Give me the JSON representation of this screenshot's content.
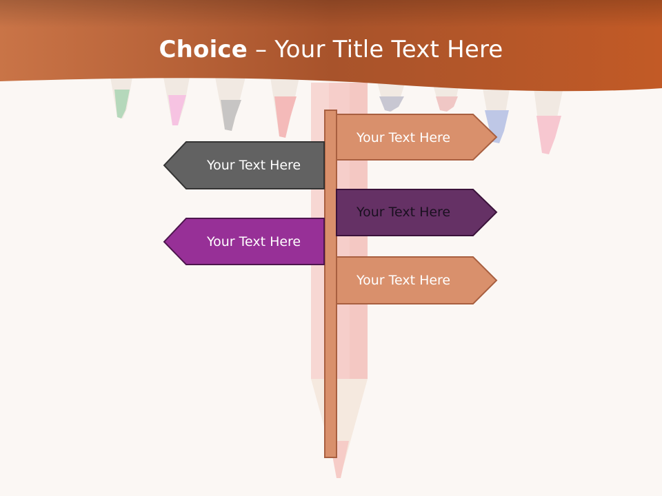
{
  "slide": {
    "title_bold": "Choice",
    "title_rest": " – Your Title Text Here"
  },
  "signs": [
    {
      "label": "Your Text Here",
      "color": "#d9906c",
      "direction": "right"
    },
    {
      "label": "Your Text Here",
      "color": "#626262",
      "direction": "left"
    },
    {
      "label": "Your Text Here",
      "color": "#653165",
      "direction": "right"
    },
    {
      "label": "Your Text Here",
      "color": "#973097",
      "direction": "left"
    },
    {
      "label": "Your Text Here",
      "color": "#d9906c",
      "direction": "right"
    }
  ],
  "colors": {
    "banner": "#b5582b",
    "post": "#d9906c",
    "background": "#fbf7f4"
  }
}
